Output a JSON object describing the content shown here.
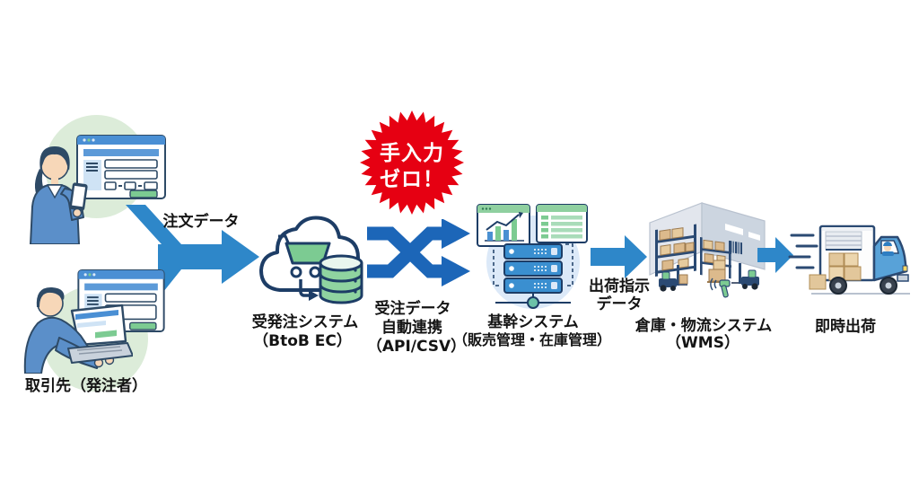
{
  "diagram": {
    "badge": {
      "line1": "手入力",
      "line2": "ゼロ！"
    },
    "nodes": {
      "client": {
        "caption": "取引先（発注者）"
      },
      "order_system": {
        "caption_line1": "受発注システム",
        "caption_line2": "（BtoB EC）"
      },
      "integration": {
        "caption_line1": "受注データ",
        "caption_line2": "自動連携",
        "caption_line3": "（API/CSV）"
      },
      "core_system": {
        "caption_line1": "基幹システム",
        "caption_line2": "（販売管理・在庫管理）"
      },
      "warehouse": {
        "caption_line1": "倉庫・物流システム",
        "caption_line2": "（WMS）"
      },
      "shipping": {
        "caption": "即時出荷"
      }
    },
    "arrows": {
      "order_data": {
        "label": "注文データ"
      },
      "shipping_instruction": {
        "label_line1": "出荷指示",
        "label_line2": "データ"
      }
    },
    "colors": {
      "flow_arrow_blue": "#2e87c9",
      "shuffle_blue": "#1c66b8",
      "outline_navy": "#1d3d66",
      "accent_green": "#7ccb92",
      "badge_red": "#e60012",
      "light_green_bg": "#dcecd9",
      "light_blue_bg": "#dce9f8"
    }
  }
}
